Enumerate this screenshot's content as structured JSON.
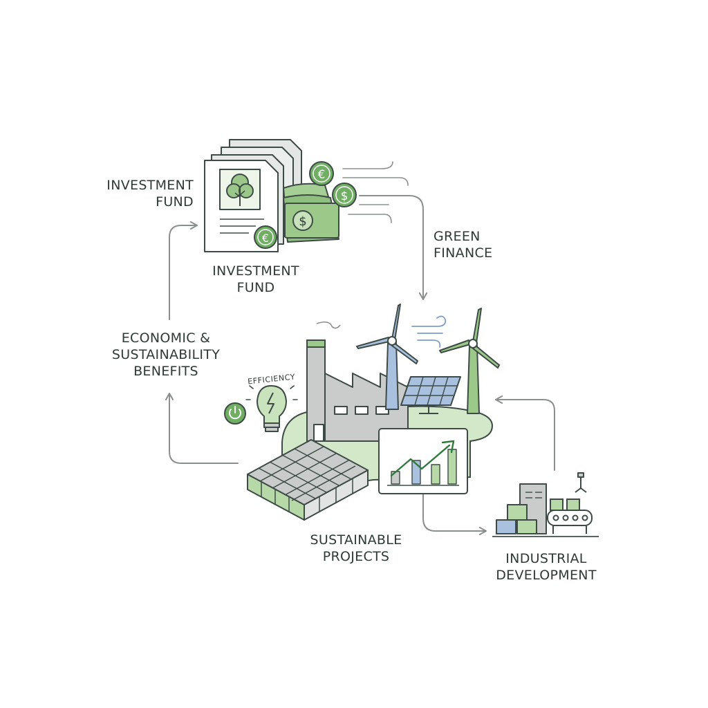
{
  "labels": {
    "investment_fund_side": [
      "INVESTMENT",
      "FUND"
    ],
    "investment_fund": [
      "INVESTMENT",
      "FUND"
    ],
    "green_finance": [
      "GREEN",
      "FINANCE"
    ],
    "benefits": [
      "ECONOMIC &",
      "SUSTAINABILITY",
      "BENEFITS"
    ],
    "sustainable_projects": [
      "SUSTAINABLE",
      "PROJECTS"
    ],
    "industrial_development": [
      "INDUSTRIAL",
      "DEVELOPMENT"
    ],
    "efficiency": "EFFICIENCY"
  },
  "currency": {
    "euro": "€",
    "dollar": "$"
  },
  "colors": {
    "stroke": "#3d4a45",
    "green": "#8fbf7f",
    "light_green": "#c8dfbd",
    "pale_green": "#dceed3",
    "grey": "#c9cccb",
    "blue": "#a9c1df",
    "arrow": "#8a8f8d"
  },
  "icons": [
    "document-stack-icon",
    "tree-icon",
    "euro-coin-icon",
    "dollar-coin-icon",
    "banknotes-icon",
    "factory-icon",
    "wind-turbine-icon",
    "solar-panel-icon",
    "light-bulb-icon",
    "power-icon",
    "growth-chart-icon",
    "conveyor-icon",
    "wind-gust-icon"
  ]
}
